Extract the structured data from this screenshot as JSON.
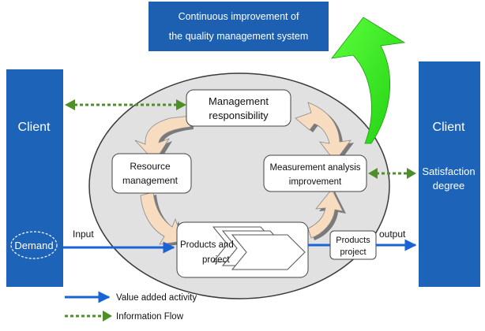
{
  "top_banner": {
    "line1": "Continuous improvement of",
    "line2": "the quality management system"
  },
  "client_left": {
    "title": "Client",
    "demand": "Demand"
  },
  "client_right": {
    "title": "Client",
    "line1": "Satisfaction",
    "line2": "degree"
  },
  "process_boxes": {
    "management": {
      "line1": "Management",
      "line2": "responsibility"
    },
    "resource": {
      "line1": "Resource",
      "line2": "management"
    },
    "measurement": {
      "line1": "Measurement analysis",
      "line2": "improvement"
    },
    "products_inner": {
      "line1": "Products and",
      "line2": "project"
    },
    "products_output": {
      "line1": "Products",
      "line2": "project"
    }
  },
  "flow_labels": {
    "input": "Input",
    "output": "output"
  },
  "legend": {
    "value_added": "Value added activity",
    "information_flow": "Information Flow"
  },
  "colors": {
    "client_blue": "#1d63b8",
    "banner_blue": "#1d5fb0",
    "green_arrow": "#2ee61a",
    "flow_arrow_blue": "#1a63d6",
    "info_green": "#4f8f2a",
    "ellipse_fill": "#e1e1e1",
    "cycle_arrow": "#f7dcc0"
  }
}
